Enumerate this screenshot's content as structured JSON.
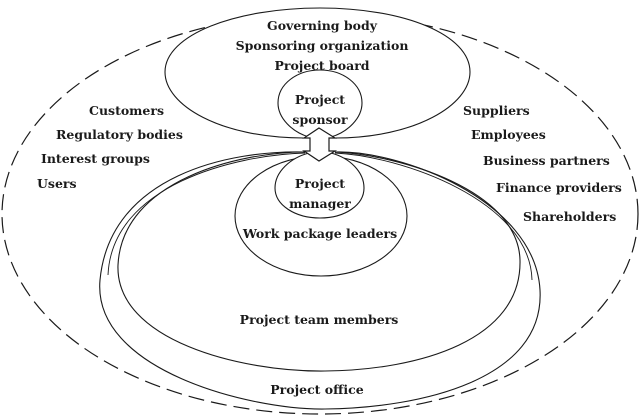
{
  "diagram": {
    "governance": {
      "lines": [
        "Governing body",
        "Sponsoring organization",
        "Project board"
      ]
    },
    "sponsor": {
      "lines": [
        "Project",
        "sponsor"
      ]
    },
    "manager": {
      "lines": [
        "Project",
        "manager"
      ]
    },
    "work_package_leaders": "Work package leaders",
    "team_members": "Project team members",
    "project_office": "Project office",
    "left_stakeholders": [
      "Customers",
      "Regulatory bodies",
      "Interest groups",
      "Users"
    ],
    "right_stakeholders": [
      "Suppliers",
      "Employees",
      "Business partners",
      "Finance providers",
      "Shareholders"
    ],
    "colors": {
      "stroke": "#1a1a1a",
      "background": "#ffffff"
    }
  }
}
